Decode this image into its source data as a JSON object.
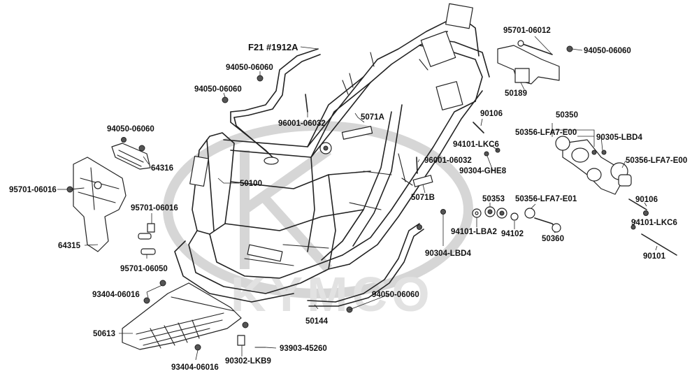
{
  "title_ref": "F21 #1912A",
  "watermark": "KYMCO",
  "labels": [
    {
      "id": "95701-06012",
      "text": "95701-06012"
    },
    {
      "id": "94050-06060-a",
      "text": "94050-06060"
    },
    {
      "id": "50189",
      "text": "50189"
    },
    {
      "id": "94050-06060-b",
      "text": "94050-06060"
    },
    {
      "id": "94050-06060-c",
      "text": "94050-06060"
    },
    {
      "id": "96001-06032-a",
      "text": "96001-06032"
    },
    {
      "id": "5071A",
      "text": "5071A"
    },
    {
      "id": "90106-a",
      "text": "90106"
    },
    {
      "id": "50350",
      "text": "50350"
    },
    {
      "id": "50356-LFA7-E00-a",
      "text": "50356-LFA7-E00"
    },
    {
      "id": "90305-LBD4",
      "text": "90305-LBD4"
    },
    {
      "id": "94050-06060-d",
      "text": "94050-06060"
    },
    {
      "id": "94101-LKC6-a",
      "text": "94101-LKC6"
    },
    {
      "id": "64316",
      "text": "64316"
    },
    {
      "id": "96001-06032-b",
      "text": "96001-06032"
    },
    {
      "id": "50356-LFA7-E00-b",
      "text": "50356-LFA7-E00"
    },
    {
      "id": "90304-GHE8",
      "text": "90304-GHE8"
    },
    {
      "id": "50100",
      "text": "50100"
    },
    {
      "id": "95701-06016-a",
      "text": "95701-06016"
    },
    {
      "id": "5071B",
      "text": "5071B"
    },
    {
      "id": "50353",
      "text": "50353"
    },
    {
      "id": "50356-LFA7-E01",
      "text": "50356-LFA7-E01"
    },
    {
      "id": "90106-b",
      "text": "90106"
    },
    {
      "id": "95701-06016-b",
      "text": "95701-06016"
    },
    {
      "id": "94101-LBA2",
      "text": "94101-LBA2"
    },
    {
      "id": "94102",
      "text": "94102"
    },
    {
      "id": "94101-LKC6-b",
      "text": "94101-LKC6"
    },
    {
      "id": "64315",
      "text": "64315"
    },
    {
      "id": "50360",
      "text": "50360"
    },
    {
      "id": "90304-LBD4",
      "text": "90304-LBD4"
    },
    {
      "id": "90101",
      "text": "90101"
    },
    {
      "id": "95701-06050",
      "text": "95701-06050"
    },
    {
      "id": "93404-06016-a",
      "text": "93404-06016"
    },
    {
      "id": "94050-06060-e",
      "text": "94050-06060"
    },
    {
      "id": "50144",
      "text": "50144"
    },
    {
      "id": "50613",
      "text": "50613"
    },
    {
      "id": "93903-45260",
      "text": "93903-45260"
    },
    {
      "id": "93404-06016-b",
      "text": "93404-06016"
    },
    {
      "id": "90302-LKB9",
      "text": "90302-LKB9"
    }
  ]
}
